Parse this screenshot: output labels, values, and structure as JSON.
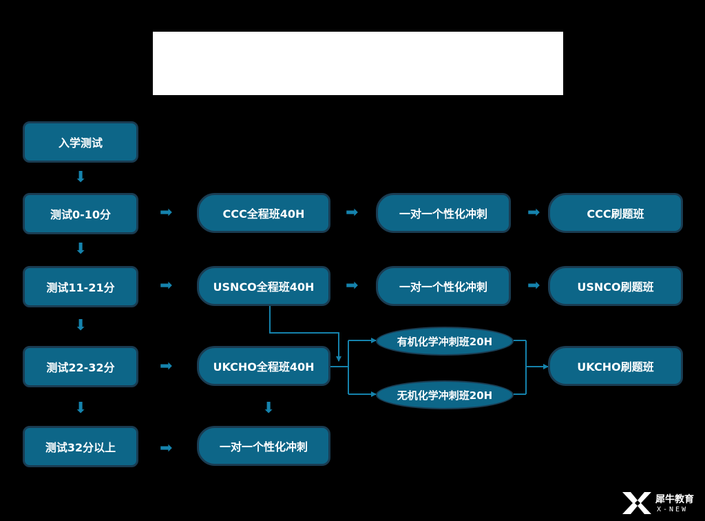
{
  "colors": {
    "node_fill": "#0d6688",
    "node_border": "#1a3c52",
    "arrow": "#1583ad",
    "background": "#000000",
    "title_box": "#ffffff"
  },
  "levels": [
    {
      "label": "入学测试"
    },
    {
      "label": "测试0-10分"
    },
    {
      "label": "测试11-21分"
    },
    {
      "label": "测试22-32分"
    },
    {
      "label": "测试32分以上"
    }
  ],
  "tracks": {
    "ccc": {
      "full_course": "CCC全程班40H",
      "sprint": "一对一个性化冲刺",
      "drill": "CCC刷题班"
    },
    "usnco": {
      "full_course": "USNCO全程班40H",
      "sprint": "一对一个性化冲刺",
      "drill": "USNCO刷题班"
    },
    "ukcho": {
      "full_course": "UKCHO全程班40H",
      "organic": "有机化学冲刺班20H",
      "inorganic": "无机化学冲刺班20H",
      "drill": "UKCHO刷题班"
    },
    "top": {
      "sprint": "一对一个性化冲刺"
    }
  },
  "icons": {
    "arrow_right": "arrow-right-icon",
    "arrow_down": "arrow-down-icon",
    "logo": "x-new-logo-icon"
  },
  "logo": {
    "cn": "犀牛教育",
    "en": "X-NEW"
  }
}
